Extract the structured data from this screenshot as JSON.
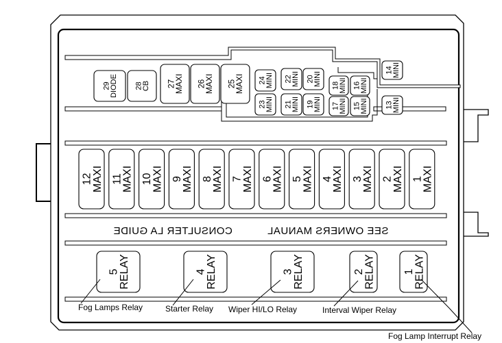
{
  "top_fuses": [
    {
      "num": "29",
      "type": "DIODE"
    },
    {
      "num": "28",
      "type": "CB"
    },
    {
      "num": "27",
      "type": "MAXI"
    },
    {
      "num": "26",
      "type": "MAXI"
    },
    {
      "num": "25",
      "type": "MAXI"
    }
  ],
  "mini_fuses": [
    {
      "num": "24",
      "type": "MINI"
    },
    {
      "num": "23",
      "type": "MINI"
    },
    {
      "num": "22",
      "type": "MINI"
    },
    {
      "num": "21",
      "type": "MINI"
    },
    {
      "num": "20",
      "type": "MINI"
    },
    {
      "num": "19",
      "type": "MINI"
    },
    {
      "num": "18",
      "type": "MINI"
    },
    {
      "num": "17",
      "type": "MINI"
    },
    {
      "num": "16",
      "type": "MINI"
    },
    {
      "num": "15",
      "type": "MINI"
    },
    {
      "num": "14",
      "type": "MINI"
    },
    {
      "num": "13",
      "type": "MINI"
    }
  ],
  "maxi_row": [
    {
      "num": "12",
      "type": "MAXI"
    },
    {
      "num": "11",
      "type": "MAXI"
    },
    {
      "num": "10",
      "type": "MAXI"
    },
    {
      "num": "9",
      "type": "MAXI"
    },
    {
      "num": "8",
      "type": "MAXI"
    },
    {
      "num": "7",
      "type": "MAXI"
    },
    {
      "num": "6",
      "type": "MAXI"
    },
    {
      "num": "5",
      "type": "MAXI"
    },
    {
      "num": "4",
      "type": "MAXI"
    },
    {
      "num": "3",
      "type": "MAXI"
    },
    {
      "num": "2",
      "type": "MAXI"
    },
    {
      "num": "1",
      "type": "MAXI"
    }
  ],
  "mirrored_text": {
    "left": "CONSULTER LA GUIDE",
    "right": "SEE OWNERS MANUAL"
  },
  "relays": [
    {
      "num": "5",
      "type": "RELAY"
    },
    {
      "num": "4",
      "type": "RELAY"
    },
    {
      "num": "3",
      "type": "RELAY"
    },
    {
      "num": "2",
      "type": "RELAY"
    },
    {
      "num": "1",
      "type": "RELAY"
    }
  ],
  "callouts": {
    "fog_lamps": "Fog Lamps Relay",
    "starter": "Starter Relay",
    "wiper_hilo": "Wiper HI/LO Relay",
    "interval_wiper": "Interval Wiper Relay",
    "fog_interrupt": "Fog Lamp Interrupt Relay"
  }
}
